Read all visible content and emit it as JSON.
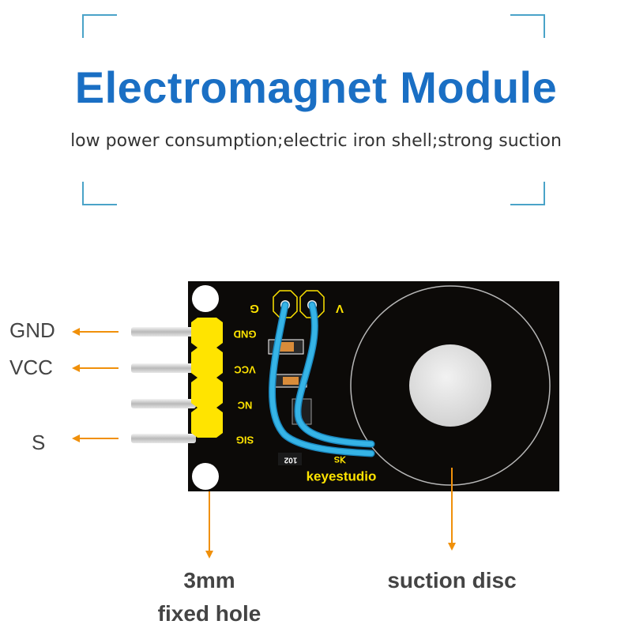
{
  "header": {
    "title": "Electromagnet Module",
    "subtitle": "low power consumption;electric iron shell;strong suction"
  },
  "pin_callouts": {
    "gnd": "GND",
    "vcc": "VCC",
    "s": "S"
  },
  "board": {
    "pin_labels": [
      "GND",
      "VCC",
      "NC",
      "SIG"
    ],
    "coil_pad_g": "G",
    "coil_pad_v": "V",
    "resistor_code": "102",
    "brand": "keyestudio"
  },
  "bottom_callouts": {
    "hole_line1": "3mm",
    "hole_line2": "fixed hole",
    "disc": "suction disc"
  },
  "colors": {
    "title": "#1a6fc4",
    "arrow": "#f0900a",
    "board": "#0c0a08",
    "header_pins": "#ffe400",
    "wire": "#2aa8d8"
  }
}
